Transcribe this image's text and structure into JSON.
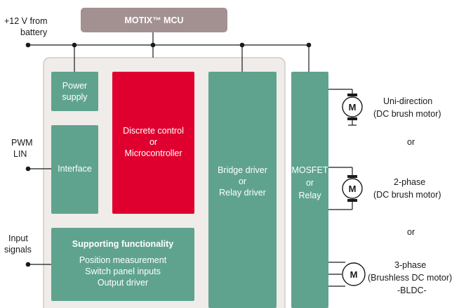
{
  "colors": {
    "teal": "#5fa38f",
    "red": "#e0002f",
    "mcu_header": "#a39192",
    "panel_bg": "#efecea",
    "panel_border": "#c9c3bf"
  },
  "battery": {
    "line1": "+12 V from",
    "line2": "battery"
  },
  "mcu_title": "MOTIX™ MCU",
  "blocks": {
    "power_supply": {
      "line1": "Power",
      "line2": "supply"
    },
    "discrete_control": {
      "line1": "Discrete control",
      "line2": "or",
      "line3": "Microcontroller"
    },
    "interface": "Interface",
    "bridge_driver": {
      "line1": "Bridge driver",
      "line2": "or",
      "line3": "Relay driver"
    },
    "mosfet": {
      "line1": "MOSFET",
      "line2": "or",
      "line3": "Relay"
    },
    "supporting": {
      "title": "Supporting functionality",
      "item1": "Position measurement",
      "item2": "Switch panel inputs",
      "item3": "Output driver"
    }
  },
  "inputs": {
    "pwm_lin": {
      "line1": "PWM",
      "line2": "LIN"
    },
    "signals": {
      "line1": "Input",
      "line2": "signals"
    }
  },
  "motor_symbol": "M",
  "motors": {
    "uni": {
      "line1": "Uni-direction",
      "line2": "(DC brush motor)"
    },
    "or1": "or",
    "two_phase": {
      "line1": "2-phase",
      "line2": "(DC brush motor)"
    },
    "or2": "or",
    "three_phase": {
      "line1": "3-phase",
      "line2": "(Brushless DC motor)",
      "line3": "-BLDC-"
    }
  }
}
